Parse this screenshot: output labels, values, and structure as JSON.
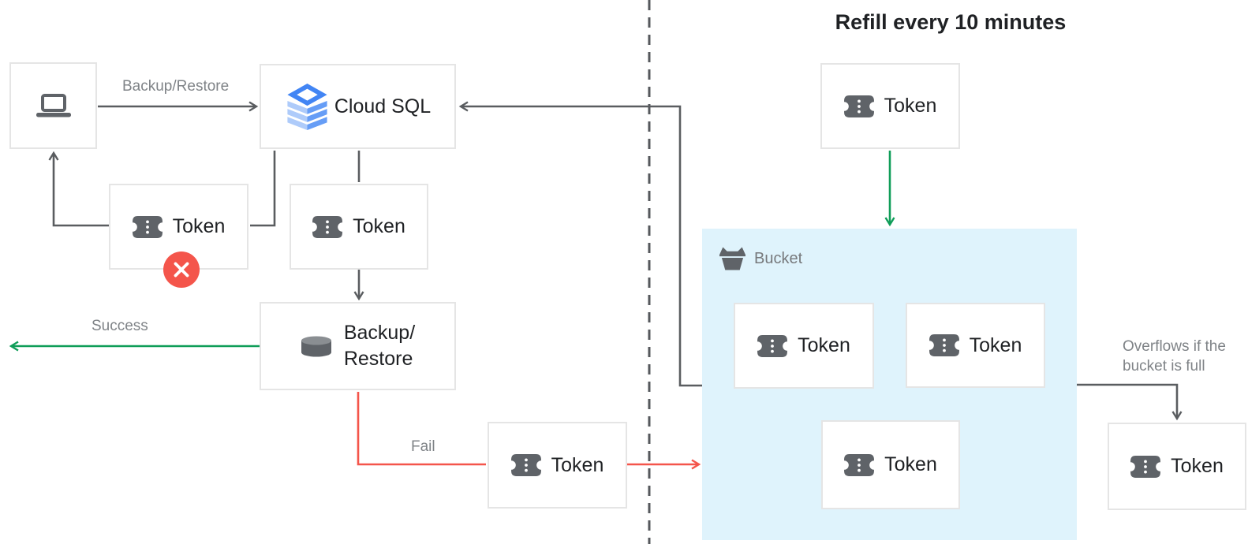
{
  "title": "Refill every 10 minutes",
  "labels": {
    "token": "Token",
    "cloud_sql": "Cloud SQL",
    "backup_line1": "Backup/",
    "backup_line2": "Restore",
    "bucket": "Bucket"
  },
  "annotations": {
    "backup_restore_arrow": "Backup/Restore",
    "success": "Success",
    "fail": "Fail",
    "overflow_line1": "Overflows if the",
    "overflow_line2": "bucket is full"
  },
  "icons": [
    "laptop-icon",
    "cloud-sql-icon",
    "token-icon",
    "database-icon",
    "bucket-icon",
    "error-x-icon"
  ],
  "colors": {
    "bucket_bg": "#DFF3FC",
    "line_gray": "#5A5D60",
    "green": "#0F9D58",
    "red": "#F4554B",
    "label_gray": "#7F8387",
    "text_dark": "#1F2124",
    "box_border": "#E5E5E5",
    "icon_gray": "#5F6368",
    "cloud_sql_blue": "#4285F4",
    "cloud_sql_light": "#AECBFA",
    "cloud_sql_mid": "#669DF6"
  },
  "edges": [
    {
      "from": "client",
      "to": "cloud-sql",
      "label": "Backup/Restore",
      "color": "gray"
    },
    {
      "from": "bucket",
      "to": "cloud-sql",
      "label": "",
      "color": "gray"
    },
    {
      "from": "cloud-sql",
      "to": "token-denied",
      "label": "",
      "color": "gray"
    },
    {
      "from": "token-denied",
      "to": "client",
      "label": "",
      "color": "gray"
    },
    {
      "from": "cloud-sql",
      "to": "token-consumed",
      "label": "",
      "color": "gray"
    },
    {
      "from": "token-consumed",
      "to": "backup-restore",
      "label": "",
      "color": "gray"
    },
    {
      "from": "backup-restore",
      "to": "left-edge",
      "label": "Success",
      "color": "green"
    },
    {
      "from": "backup-restore",
      "to": "token-fail",
      "label": "Fail",
      "color": "red"
    },
    {
      "from": "token-fail",
      "to": "bucket",
      "label": "",
      "color": "red"
    },
    {
      "from": "token-refill",
      "to": "bucket",
      "label": "",
      "color": "green"
    },
    {
      "from": "bucket",
      "to": "token-overflow",
      "label": "Overflows if the bucket is full",
      "color": "gray"
    }
  ]
}
